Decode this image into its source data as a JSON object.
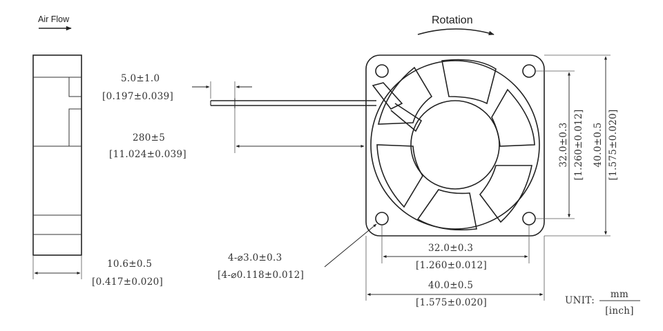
{
  "labels": {
    "air_flow": "Air Flow",
    "rotation": "Rotation"
  },
  "dimensions": {
    "lead_strip_mm": "5.0±1.0",
    "lead_strip_inch": "[0.197±0.039]",
    "lead_length_mm": "280±5",
    "lead_length_inch": "[11.024±0.039]",
    "thickness_mm": "10.6±0.5",
    "thickness_inch": "[0.417±0.020]",
    "hole_mm": "4-⌀3.0±0.3",
    "hole_inch": "[4-⌀0.118±0.012]",
    "hole_pitch_mm": "32.0±0.3",
    "hole_pitch_inch": "[1.260±0.012]",
    "frame_size_mm": "40.0±0.5",
    "frame_size_inch": "[1.575±0.020]",
    "v_hole_pitch_mm": "32.0±0.3",
    "v_hole_pitch_inch": "[1.260±0.012]",
    "v_frame_size_mm": "40.0±0.5",
    "v_frame_size_inch": "[1.575±0.020]"
  },
  "unit": {
    "label": "UNIT:",
    "numerator": "mm",
    "denominator": "[inch]"
  }
}
